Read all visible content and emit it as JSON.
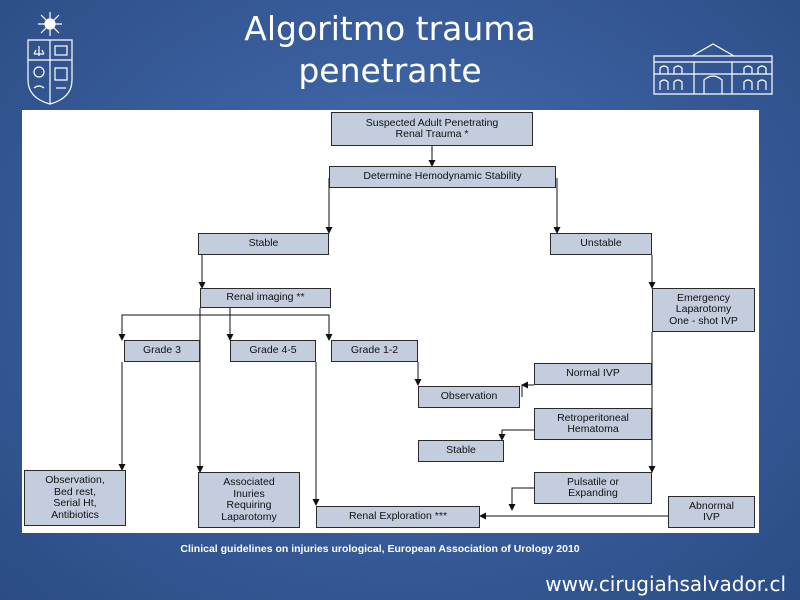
{
  "slide": {
    "title_line1": "Algoritmo trauma",
    "title_line2": "penetrante",
    "caption": "Clinical guidelines on injuries urological, European Association of Urology 2010",
    "website": "www.cirugiahsalvador.cl"
  },
  "diagram": {
    "boxes": {
      "suspected": "Suspected Adult Penetrating\nRenal Trauma *",
      "hemodynamic": "Determine Hemodynamic Stability",
      "stable": "Stable",
      "unstable": "Unstable",
      "renal_imaging": "Renal imaging **",
      "emergency": "Emergency\nLaparotomy\nOne - shot IVP",
      "grade3": "Grade 3",
      "grade45": "Grade 4-5",
      "grade12": "Grade 1-2",
      "normal_ivp": "Normal IVP",
      "observation": "Observation",
      "retroperitoneal": "Retroperitoneal\nHematoma",
      "stable2": "Stable",
      "observation_bed": "Observation,\nBed rest,\nSerial Ht,\nAntibiotics",
      "associated": "Associated\nInuries\nRequiring\nLaparotomy",
      "pulsatile": "Pulsatile or\nExpanding",
      "renal_exploration": "Renal Exploration ***",
      "abnormal_ivp": "Abnormal\nIVP"
    }
  }
}
